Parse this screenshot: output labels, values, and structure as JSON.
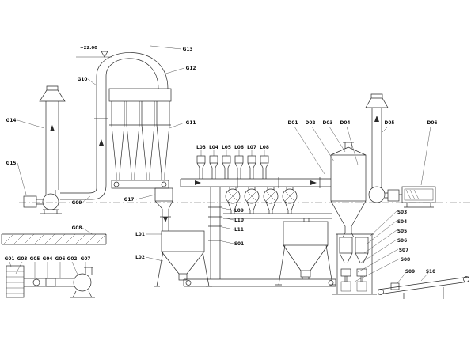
{
  "drawing": {
    "background": "#ffffff",
    "line_color": "#2a2a2a",
    "elevation_marker": "+22.00"
  },
  "labels": {
    "g01": "G01",
    "g02": "G02",
    "g03": "G03",
    "g04": "G04",
    "g05": "G05",
    "g06": "G06",
    "g07": "G07",
    "g08": "G08",
    "g09": "G09",
    "g10": "G10",
    "g11": "G11",
    "g12": "G12",
    "g13": "G13",
    "g14": "G14",
    "g15": "G15",
    "g17": "G17",
    "l01": "L01",
    "l02": "L02",
    "l03": "L03",
    "l04": "L04",
    "l05": "L05",
    "l06": "L06",
    "l07": "L07",
    "l08": "L08",
    "l09": "L09",
    "l10": "L10",
    "l11": "L11",
    "s01": "S01",
    "s03": "S03",
    "s04": "S04",
    "s05": "S05",
    "s06": "S06",
    "s07": "S07",
    "s08": "S08",
    "s09": "S09",
    "s10": "S10",
    "d01": "D01",
    "d02": "D02",
    "d03": "D03",
    "d04": "D04",
    "d05": "D05",
    "d06": "D06"
  }
}
